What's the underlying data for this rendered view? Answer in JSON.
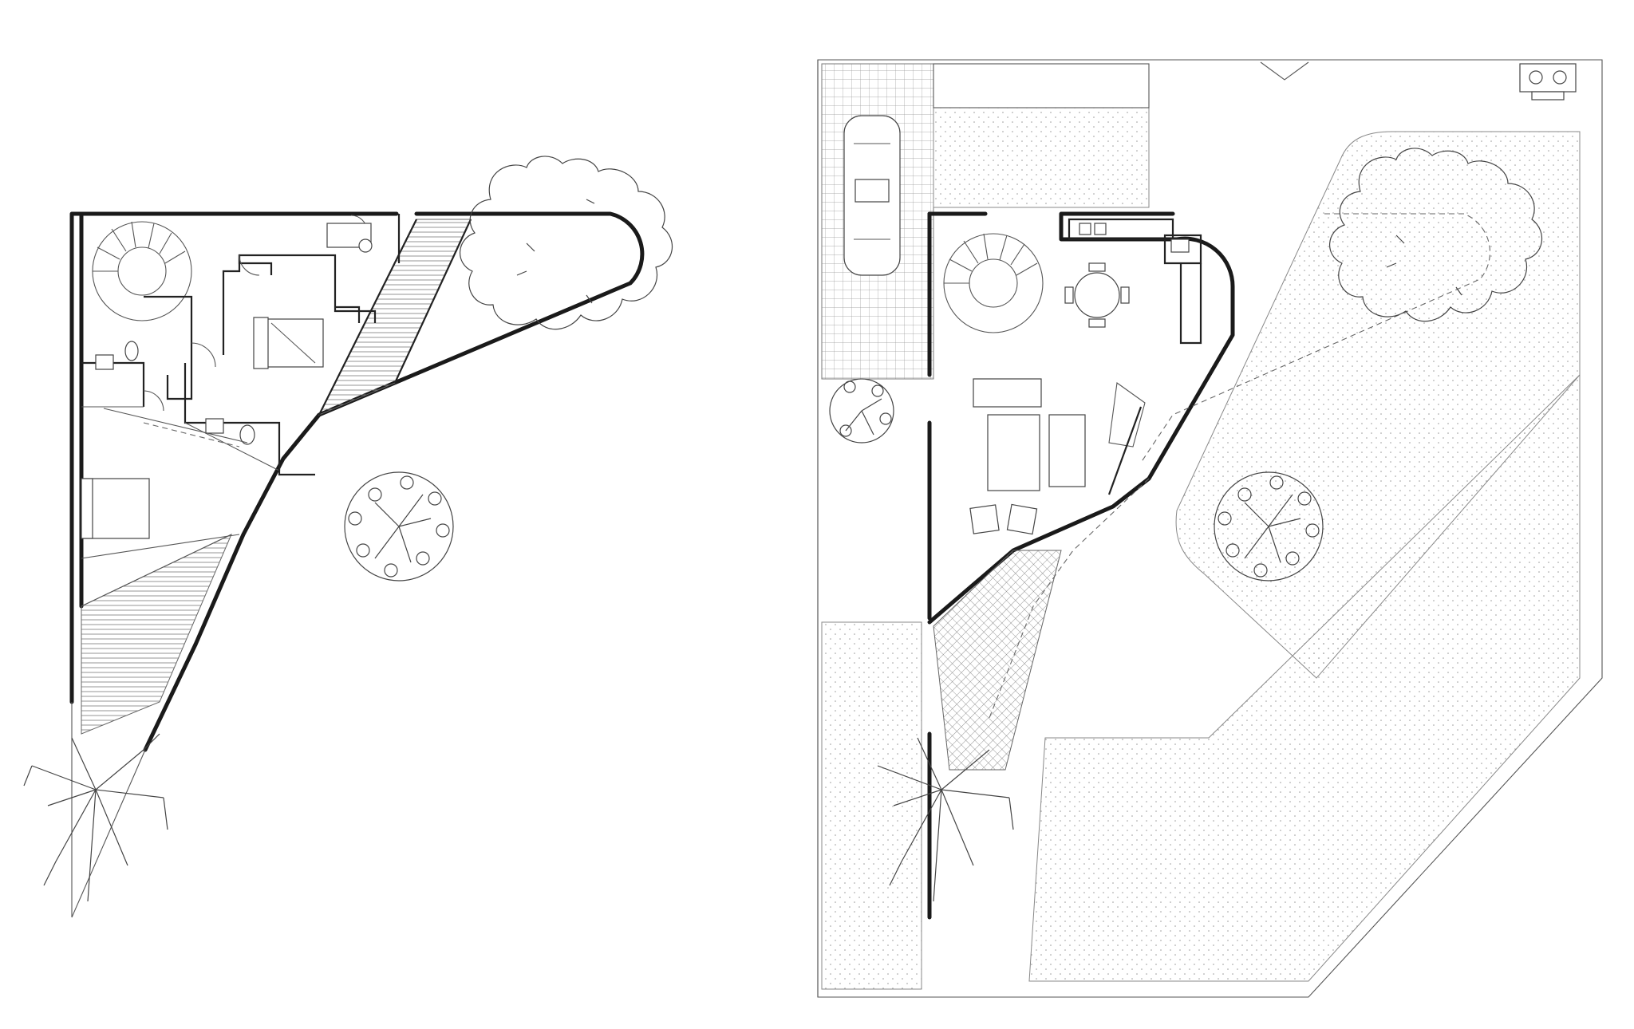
{
  "drawing": {
    "panels": [
      {
        "id": "upper-floor-plan",
        "kind": "floor-plan"
      },
      {
        "id": "site-ground-floor-plan",
        "kind": "site-plan"
      }
    ],
    "colors": {
      "background": "#ffffff",
      "wall": "#1a1a1a",
      "line": "#555555",
      "hatch": "#666666"
    },
    "icons": [
      "tree-canopy-icon",
      "tree-branch-icon",
      "car-icon",
      "spiral-stair-icon",
      "bed-icon",
      "sofa-icon",
      "dining-table-icon"
    ]
  }
}
